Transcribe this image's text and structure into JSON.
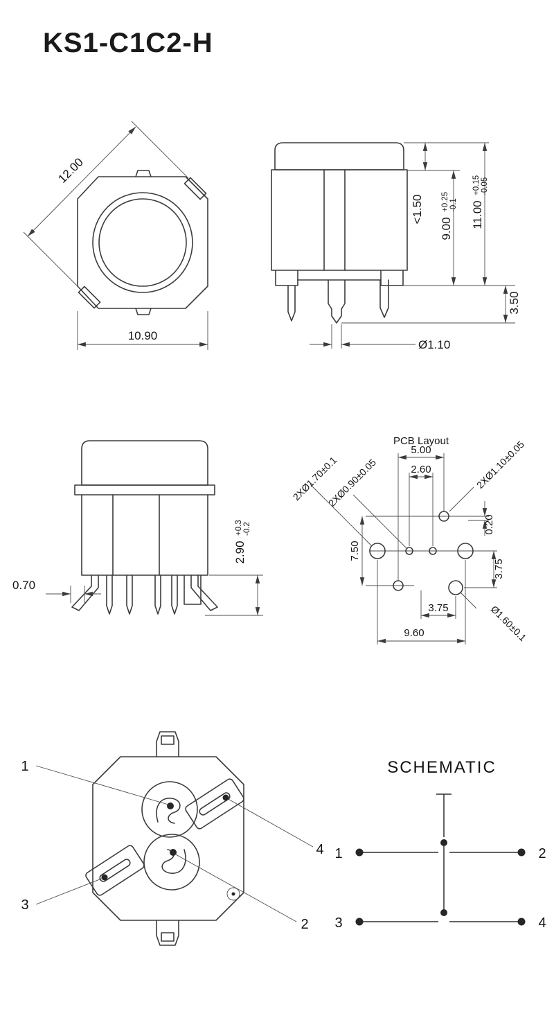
{
  "title": "KS1-C1C2-H",
  "top_view": {
    "dim_corner": "12.00",
    "dim_flat": "10.90"
  },
  "side_view": {
    "dim_travel": "<1.50",
    "dim_body": "9.00",
    "dim_body_tol_plus": "+0.25",
    "dim_body_tol_minus": "-0.1",
    "dim_height": "11.00",
    "dim_height_tol_plus": "+0.15",
    "dim_height_tol_minus": "-0.05",
    "dim_pin_length": "3.50",
    "dim_pin_dia": "Ø1.10"
  },
  "front_view": {
    "dim_clip": "0.70",
    "dim_pin": "2.90",
    "dim_pin_tol_plus": "+0.3",
    "dim_pin_tol_minus": "-0.2"
  },
  "pcb_layout": {
    "title": "PCB Layout",
    "dim_h_500": "5.00",
    "dim_h_260": "2.60",
    "dim_v_020": "0.20",
    "dim_v_750": "7.50",
    "dim_v_375": "3.75",
    "dim_h_375": "3.75",
    "dim_h_960": "9.60",
    "label_holes_090": "2XØ0.90±0.05",
    "label_holes_170": "2XØ1.70±0.1",
    "label_holes_110": "2XØ1.10±0.05",
    "label_hole_160": "Ø1.60±0.1"
  },
  "bottom_view": {
    "pin1": "1",
    "pin2": "2",
    "pin3": "3",
    "pin4": "4"
  },
  "schematic": {
    "title": "SCHEMATIC",
    "pin1": "1",
    "pin2": "2",
    "pin3": "3",
    "pin4": "4"
  }
}
